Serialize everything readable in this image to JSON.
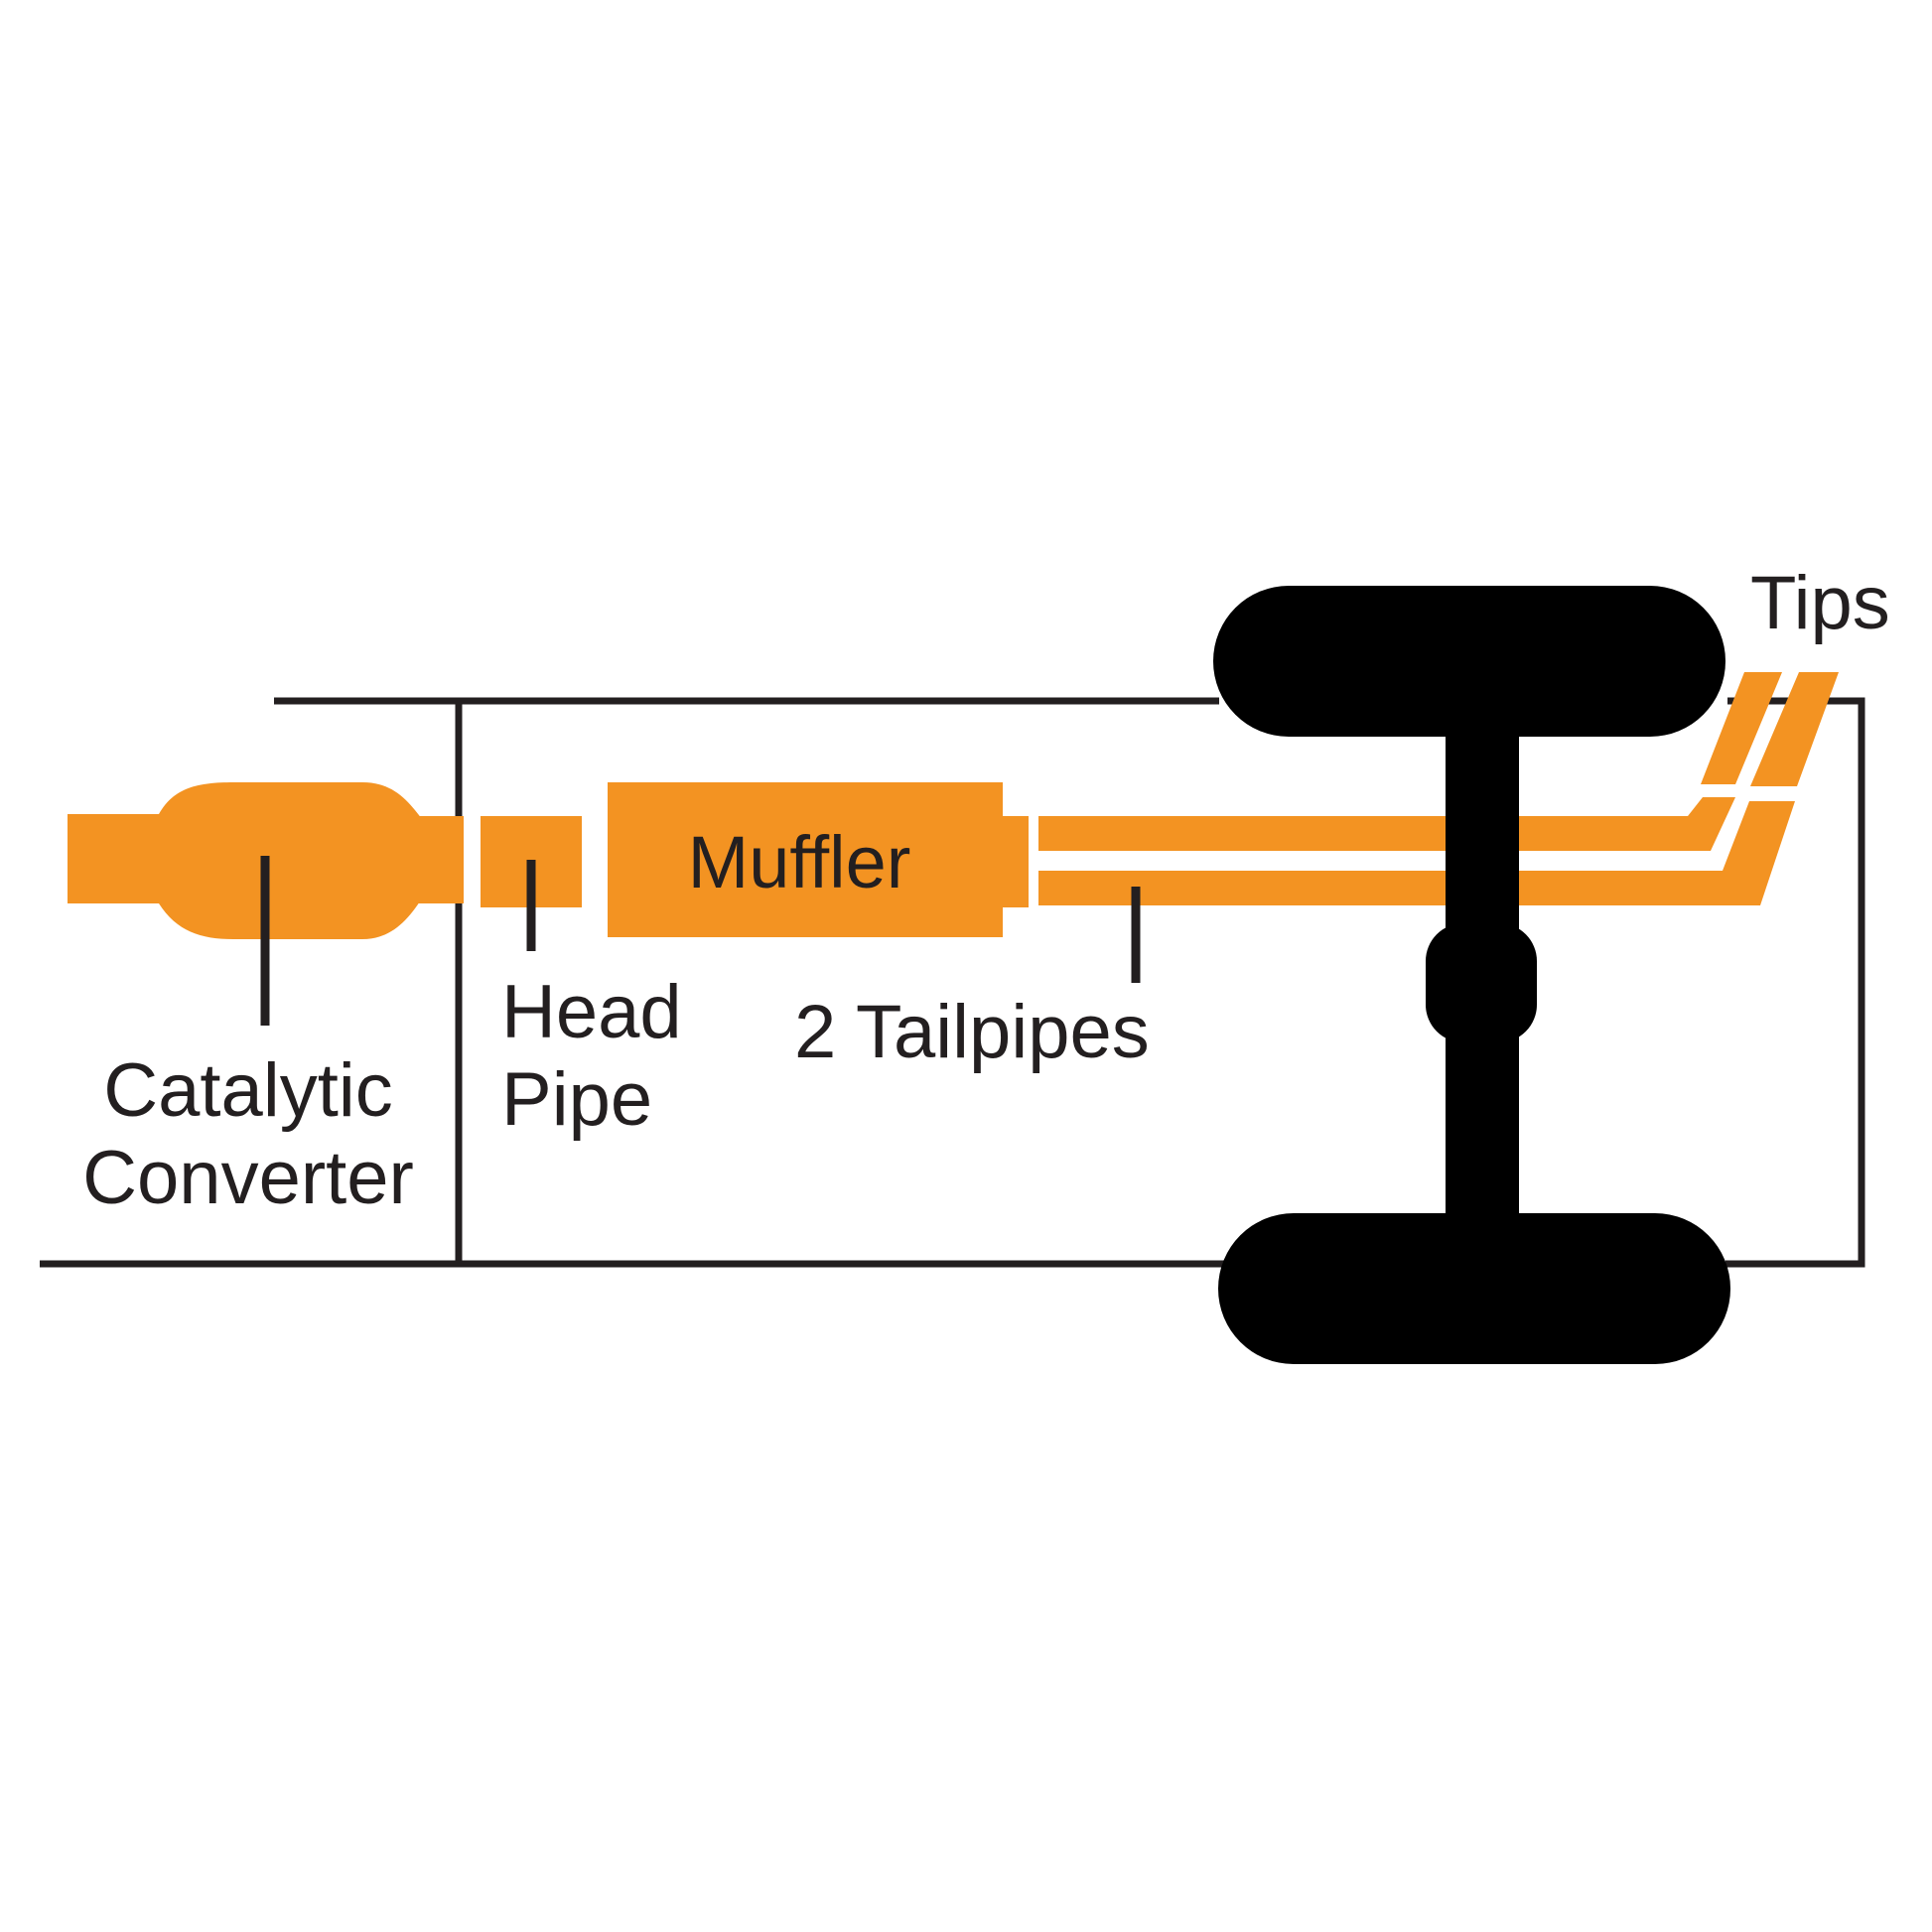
{
  "colors": {
    "exhaust": "#f39322",
    "frame": "#231f20",
    "axle": "#000000",
    "background": "#ffffff"
  },
  "labels": {
    "catalytic_converter_line1": "Catalytic",
    "catalytic_converter_line2": "Converter",
    "head_pipe_line1": "Head",
    "head_pipe_line2": "Pipe",
    "muffler": "Muffler",
    "tailpipes": "2 Tailpipes",
    "tips": "Tips"
  }
}
